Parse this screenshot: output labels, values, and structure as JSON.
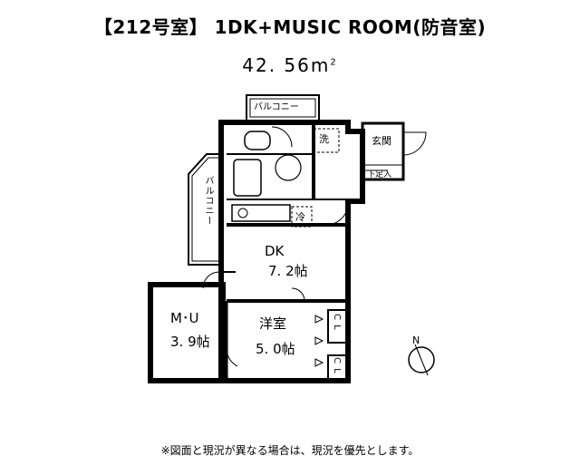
{
  "header": {
    "title": "【212号室】 1DK+MUSIC ROOM(防音室)",
    "area_value": "42. 56m",
    "area_unit_sup": "2"
  },
  "rooms": {
    "dk_name": "DK",
    "dk_size": "7. 2帖",
    "mu_name": "M･U",
    "mu_size": "3. 9帖",
    "western_name": "洋室",
    "western_size": "5. 0帖",
    "entrance": "玄関",
    "shoe_box": "下足入",
    "balcony_top": "バルコニー",
    "balcony_left": "バルコニー",
    "washer": "洗",
    "fridge": "冷",
    "closet_1": "C L",
    "closet_2": "C L"
  },
  "compass": {
    "north": "N"
  },
  "footer": {
    "note": "※図面と現況が異なる場合は、現況を優先とします。"
  }
}
